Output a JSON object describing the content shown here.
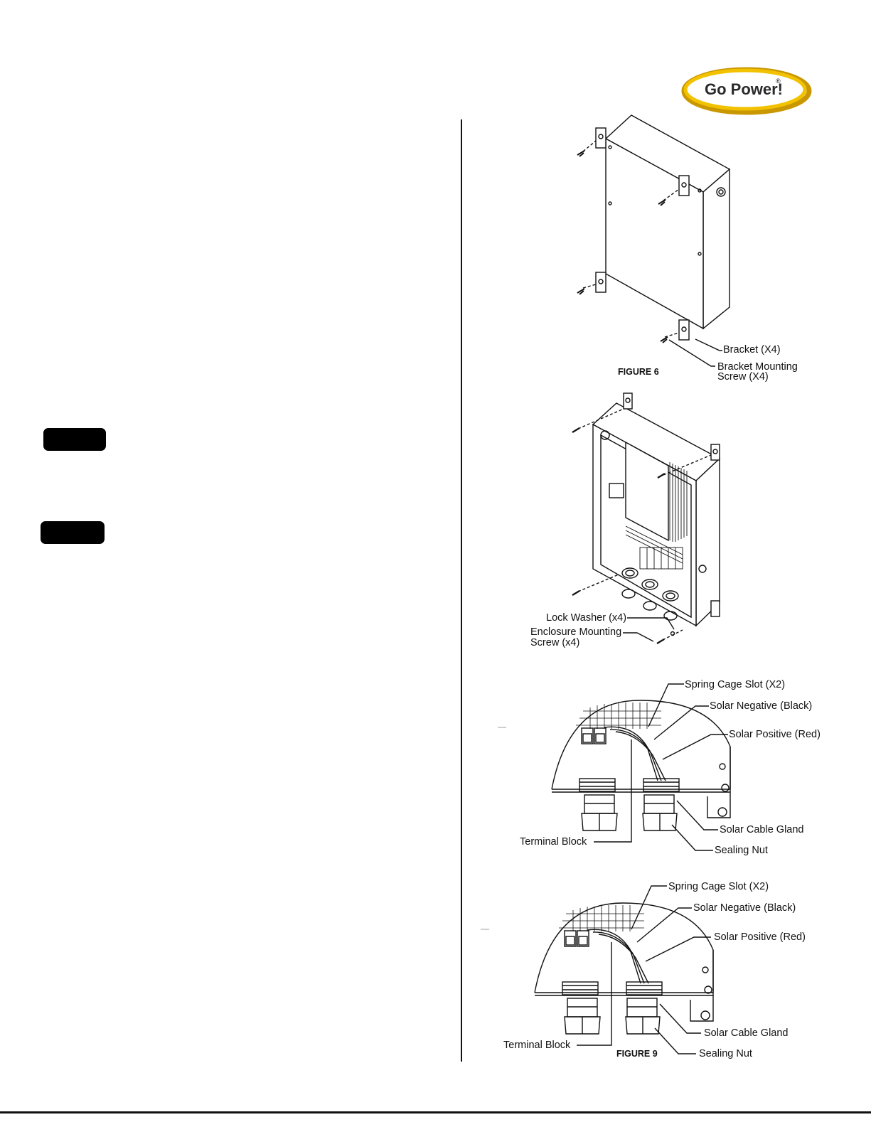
{
  "logo": {
    "text": "Go Power!",
    "registered": "®",
    "ring_color": "#f2c200",
    "ring_dark": "#c99700"
  },
  "figures": {
    "fig6": {
      "caption": "FIGURE 6",
      "labels": {
        "bracket": "Bracket (X4)",
        "screw_line1": "Bracket Mounting",
        "screw_line2": "Screw (X4)"
      }
    },
    "fig7": {
      "labels": {
        "washer": "Lock Washer (x4)",
        "screw_line1": "Enclosure Mounting",
        "screw_line2": "Screw (x4)"
      }
    },
    "fig8": {
      "labels": {
        "spring": "Spring Cage Slot (X2)",
        "negative": "Solar Negative (Black)",
        "positive": "Solar Positive (Red)",
        "gland": "Solar Cable Gland",
        "nut": "Sealing Nut",
        "terminal": "Terminal Block"
      }
    },
    "fig9": {
      "caption": "FIGURE 9",
      "labels": {
        "spring": "Spring Cage Slot (X2)",
        "negative": "Solar Negative (Black)",
        "positive": "Solar Positive (Red)",
        "gland": "Solar Cable Gland",
        "nut": "Sealing Nut",
        "terminal": "Terminal Block"
      }
    }
  }
}
